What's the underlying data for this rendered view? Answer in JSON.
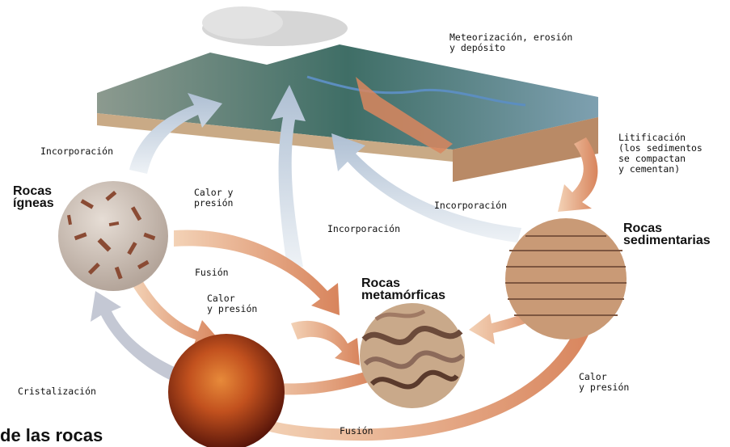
{
  "title": "de las rocas",
  "rock_types": {
    "igneous": "Rocas\nígneas",
    "metamorphic": "Rocas\nmetamórficas",
    "sedimentary": "Rocas\nsedimentarias"
  },
  "processes": {
    "weathering": "Meteorización, erosión\ny depósito",
    "lithification": "Litificación\n(los sedimentos\nse compactan\ny cementan)",
    "uplift_left": "Incorporación",
    "uplift_center": "Incorporación",
    "uplift_right": "Incorporación",
    "heat_pressure_top": "Calor y\npresión",
    "heat_pressure_mid": "Calor\ny presión",
    "heat_pressure_right": "Calor\ny presión",
    "melting_left": "Fusión",
    "melting_bottom": "Fusión",
    "crystallization": "Cristalización"
  },
  "colors": {
    "arrow_warm": "#e3a27a",
    "arrow_cool": "#b9c9dc",
    "magma": "#b5451a",
    "igneous_rock": "#cfc2b8",
    "sedimentary_rock": "#c99a76",
    "landscape": "#4e7f76"
  }
}
